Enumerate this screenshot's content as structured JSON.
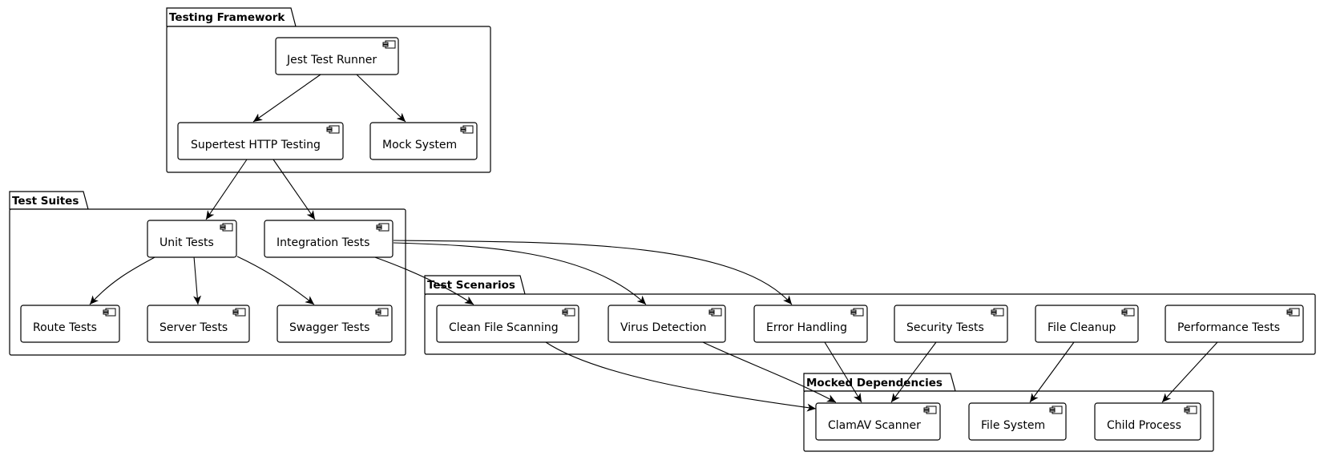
{
  "packages": {
    "testing_framework": "Testing Framework",
    "test_suites": "Test Suites",
    "test_scenarios": "Test Scenarios",
    "mocked_dependencies": "Mocked Dependencies"
  },
  "components": {
    "jest": "Jest Test Runner",
    "supertest": "Supertest HTTP Testing",
    "mock_system": "Mock System",
    "unit_tests": "Unit Tests",
    "integration_tests": "Integration Tests",
    "route_tests": "Route Tests",
    "server_tests": "Server Tests",
    "swagger_tests": "Swagger Tests",
    "clean_file_scanning": "Clean File Scanning",
    "virus_detection": "Virus Detection",
    "error_handling": "Error Handling",
    "security_tests": "Security Tests",
    "file_cleanup": "File Cleanup",
    "performance_tests": "Performance Tests",
    "clamav_scanner": "ClamAV Scanner",
    "file_system": "File System",
    "child_process": "Child Process"
  },
  "edges": [
    {
      "from": "jest",
      "to": "supertest"
    },
    {
      "from": "jest",
      "to": "mock_system"
    },
    {
      "from": "supertest",
      "to": "unit_tests"
    },
    {
      "from": "supertest",
      "to": "integration_tests"
    },
    {
      "from": "unit_tests",
      "to": "route_tests"
    },
    {
      "from": "unit_tests",
      "to": "server_tests"
    },
    {
      "from": "unit_tests",
      "to": "swagger_tests"
    },
    {
      "from": "integration_tests",
      "to": "clean_file_scanning"
    },
    {
      "from": "integration_tests",
      "to": "virus_detection"
    },
    {
      "from": "integration_tests",
      "to": "error_handling"
    },
    {
      "from": "clean_file_scanning",
      "to": "clamav_scanner"
    },
    {
      "from": "virus_detection",
      "to": "clamav_scanner"
    },
    {
      "from": "error_handling",
      "to": "clamav_scanner"
    },
    {
      "from": "security_tests",
      "to": "clamav_scanner"
    },
    {
      "from": "file_cleanup",
      "to": "file_system"
    },
    {
      "from": "performance_tests",
      "to": "child_process"
    }
  ]
}
